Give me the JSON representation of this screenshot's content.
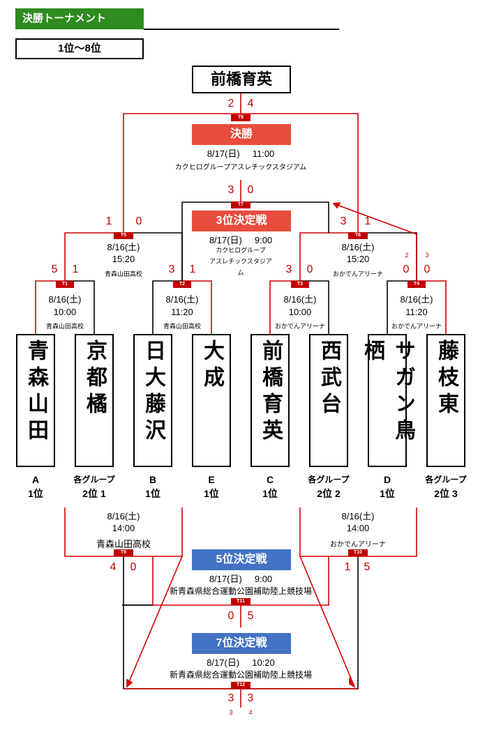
{
  "header": {
    "title": "決勝トーナメント",
    "subtitle": "1位〜8位"
  },
  "champion": "前橋育英",
  "final": {
    "tag": "T8",
    "label": "決勝",
    "date": "8/17(日)",
    "time": "11:00",
    "venue": "カクヒログループアスレチックスタジアム",
    "score_left": "2",
    "score_right": "4"
  },
  "third": {
    "tag": "T7",
    "label": "3位決定戦",
    "date": "8/17(日)",
    "time": "9:00",
    "venue_lines": [
      "カクヒログループ",
      "アスレチックスタジア",
      "ム"
    ],
    "score_left": "3",
    "score_right": "0"
  },
  "semis": [
    {
      "tag": "T5",
      "date": "8/16(土)",
      "time": "15:20",
      "venue": "青森山田高校",
      "score_left": "1",
      "score_right": "0"
    },
    {
      "tag": "T6",
      "date": "8/16(土)",
      "time": "15:20",
      "venue": "おかでんアリーナ",
      "score_left": "3",
      "score_right": "1",
      "pk_left": "2",
      "pk_right": "3"
    }
  ],
  "quarters": [
    {
      "tag": "T1",
      "date": "8/16(土)",
      "time": "10:00",
      "venue": "青森山田高校",
      "score_left": "5",
      "score_right": "1"
    },
    {
      "tag": "T2",
      "date": "8/16(土)",
      "time": "11:20",
      "venue": "青森山田高校",
      "score_left": "3",
      "score_right": "1"
    },
    {
      "tag": "T3",
      "date": "8/16(土)",
      "time": "10:00",
      "venue": "おかでんアリーナ",
      "score_left": "3",
      "score_right": "0"
    },
    {
      "tag": "T4",
      "date": "8/16(土)",
      "time": "11:20",
      "venue": "おかでんアリーナ",
      "score_left": "0",
      "score_right": "0"
    }
  ],
  "teams": [
    {
      "name": "青森山田",
      "group_line1": "A",
      "group_line2": "1位"
    },
    {
      "name": "京都橘",
      "group_line1": "各グループ",
      "group_line2": "2位 1"
    },
    {
      "name": "日大藤沢",
      "group_line1": "B",
      "group_line2": "1位"
    },
    {
      "name": "大成",
      "group_line1": "E",
      "group_line2": "1位"
    },
    {
      "name": "前橋育英",
      "group_line1": "C",
      "group_line2": "1位"
    },
    {
      "name": "西武台",
      "group_line1": "各グループ",
      "group_line2": "2位 2"
    },
    {
      "name": "サガン鳥栖",
      "group_line1": "D",
      "group_line2": "1位"
    },
    {
      "name": "藤枝東",
      "group_line1": "各グループ",
      "group_line2": "2位 3"
    }
  ],
  "consolation": [
    {
      "tag": "T9",
      "date": "8/16(土)",
      "time": "14:00",
      "venue": "青森山田高校",
      "score_left": "4",
      "score_right": "0"
    },
    {
      "tag": "T10",
      "date": "8/16(土)",
      "time": "14:00",
      "venue": "おかでんアリーナ",
      "score_left": "1",
      "score_right": "5"
    }
  ],
  "fifth": {
    "tag": "T11",
    "label": "5位決定戦",
    "date": "8/17(日)",
    "time": "9:00",
    "venue": "新青森県総合運動公園補助陸上競技場",
    "score_left": "0",
    "score_right": "5"
  },
  "seventh": {
    "tag": "T12",
    "label": "7位決定戦",
    "date": "8/17(日)",
    "time": "10:20",
    "venue": "新青森県総合運動公園補助陸上競技場",
    "score_left": "3",
    "score_right": "3",
    "pk_left": "3",
    "pk_right": "4"
  },
  "colors": {
    "header_green": "#2e8b1f",
    "banner_red": "#e74c3c",
    "banner_blue": "#4472c4",
    "line_red": "#d40000"
  }
}
